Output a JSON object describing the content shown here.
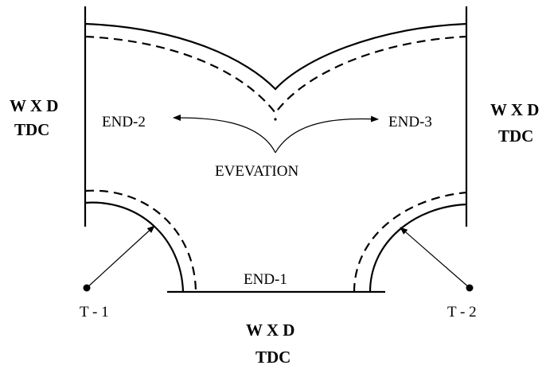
{
  "labels": {
    "wxd_left": "W X D",
    "tdc_left": "TDC",
    "wxd_right": "W X D",
    "tdc_right": "TDC",
    "wxd_bottom": "W X D",
    "tdc_bottom": "TDC",
    "end_1": "END-1",
    "end_2": "END-2",
    "end_3": "END-3",
    "evevation": "EVEVATION",
    "t_1": "T - 1",
    "t_2": "T - 2"
  }
}
